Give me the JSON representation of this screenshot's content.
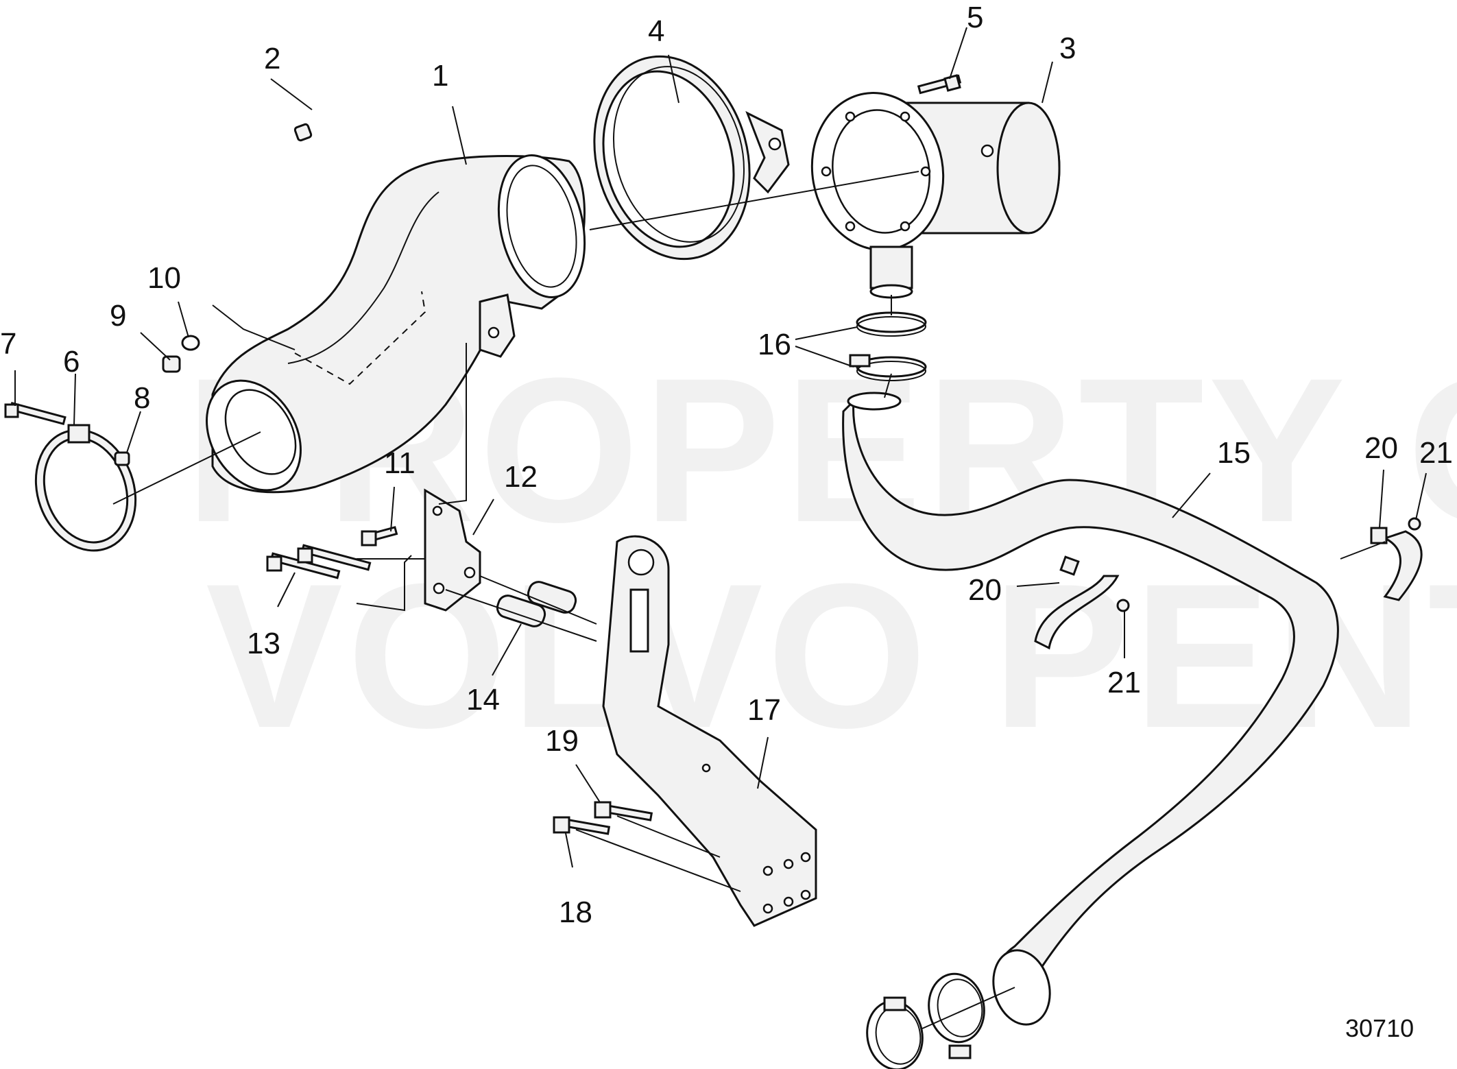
{
  "watermark": {
    "line1": "PROPERTY OF",
    "line2": "VOLVO PENTA"
  },
  "figure_number": "30710",
  "callouts": [
    {
      "id": "c1",
      "text": "1"
    },
    {
      "id": "c2",
      "text": "2"
    },
    {
      "id": "c3",
      "text": "3"
    },
    {
      "id": "c4",
      "text": "4"
    },
    {
      "id": "c5",
      "text": "5"
    },
    {
      "id": "c6",
      "text": "6"
    },
    {
      "id": "c7",
      "text": "7"
    },
    {
      "id": "c8",
      "text": "8"
    },
    {
      "id": "c9",
      "text": "9"
    },
    {
      "id": "c10",
      "text": "10"
    },
    {
      "id": "c11",
      "text": "11"
    },
    {
      "id": "c12",
      "text": "12"
    },
    {
      "id": "c13",
      "text": "13"
    },
    {
      "id": "c14",
      "text": "14"
    },
    {
      "id": "c15",
      "text": "15"
    },
    {
      "id": "c16",
      "text": "16"
    },
    {
      "id": "c17",
      "text": "17"
    },
    {
      "id": "c18",
      "text": "18"
    },
    {
      "id": "c19",
      "text": "19"
    },
    {
      "id": "c20a",
      "text": "20"
    },
    {
      "id": "c20b",
      "text": "20"
    },
    {
      "id": "c21a",
      "text": "21"
    },
    {
      "id": "c21b",
      "text": "21"
    }
  ]
}
